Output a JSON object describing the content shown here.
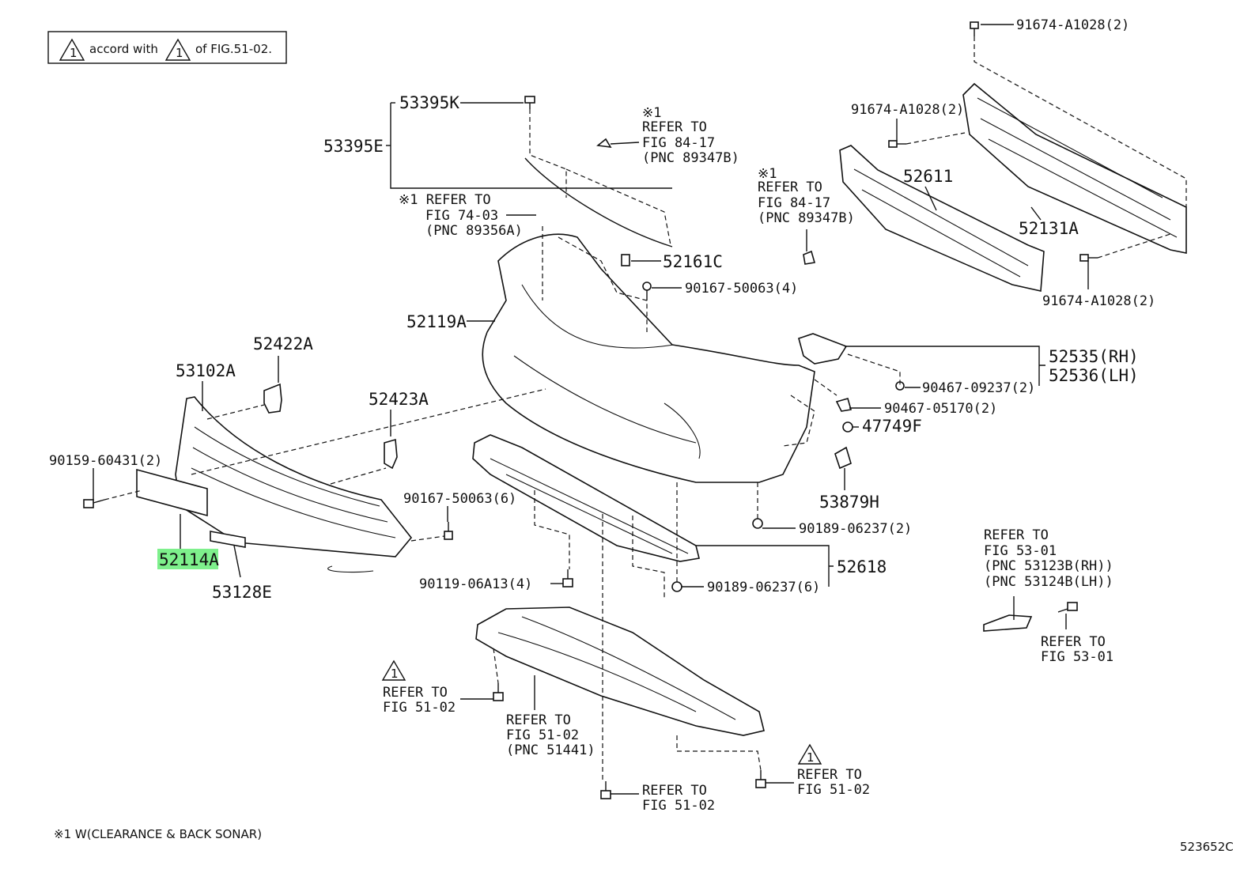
{
  "notes": {
    "accord_pre": "accord with",
    "accord_post": "of FIG.51-02.",
    "footnote": "※1 W(CLEARANCE & BACK SONAR)",
    "figure_code": "523652C",
    "warning_mark": "1"
  },
  "parts": {
    "p_91674_top": "91674-A1028(2)",
    "p_91674_mid": "91674-A1028(2)",
    "p_91674_low": "91674-A1028(2)",
    "p_53395K": "53395K",
    "p_53395E": "53395E",
    "p_52611": "52611",
    "p_52131A": "52131A",
    "p_52161C": "52161C",
    "p_90167_top": "90167-50063(4)",
    "p_52119A": "52119A",
    "p_52422A": "52422A",
    "p_53102A": "53102A",
    "p_52423A": "52423A",
    "p_52535": "52535(RH)",
    "p_52536": "52536(LH)",
    "p_90467_a": "90467-09237(2)",
    "p_90467_b": "90467-05170(2)",
    "p_47749F": "47749F",
    "p_90159": "90159-60431(2)",
    "p_53879H": "53879H",
    "p_90167_mid": "90167-50063(6)",
    "p_90189_a": "90189-06237(2)",
    "p_52618": "52618",
    "p_52114A": "52114A",
    "p_90119": "90119-06A13(4)",
    "p_90189_b": "90189-06237(6)",
    "p_53128E": "53128E"
  },
  "refs": {
    "r1": [
      "※1",
      "REFER TO",
      "FIG 84-17",
      "(PNC 89347B)"
    ],
    "r2": [
      "※1",
      "REFER TO",
      "FIG 84-17",
      "(PNC 89347B)"
    ],
    "r3": [
      "※1 REFER TO",
      "FIG 74-03",
      "(PNC 89356A)"
    ],
    "r4": [
      "REFER TO",
      "FIG 53-01",
      "(PNC 53123B(RH))",
      "(PNC 53124B(LH))"
    ],
    "r5": [
      "REFER TO",
      "FIG 53-01"
    ],
    "r6": [
      "REFER TO",
      "FIG 51-02"
    ],
    "r7": [
      "REFER TO",
      "FIG 51-02",
      "(PNC 51441)"
    ],
    "r8": [
      "REFER TO",
      "FIG 51-02"
    ],
    "r9": [
      "REFER TO",
      "FIG 51-02"
    ]
  },
  "highlight": {
    "part": "52114A",
    "color": "#7ef08c"
  }
}
